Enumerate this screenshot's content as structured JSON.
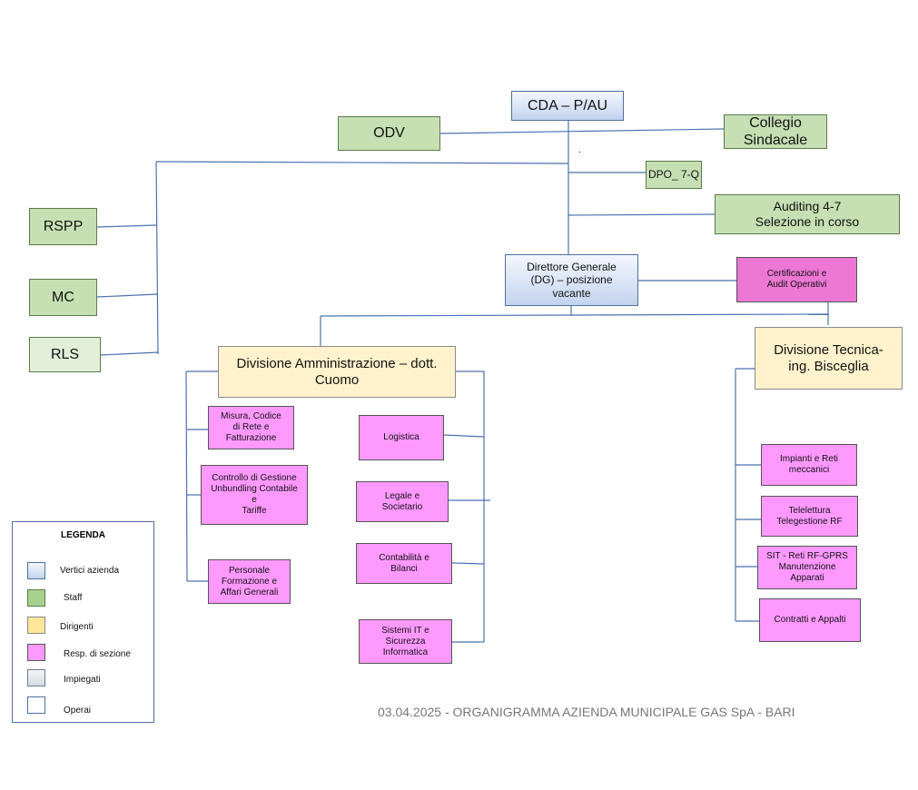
{
  "nodes": {
    "cda": "CDA – P/AU",
    "odv": "ODV",
    "collegio": "Collegio\nSindacale",
    "dpo": "DPO_ 7-Q",
    "auditing": "Auditing 4-7\nSelezione in corso",
    "rspp": "RSPP",
    "mc": "MC",
    "rls": "RLS",
    "dg": "Direttore Generale\n(DG) – posizione\nvacante",
    "certificazioni": "Certificazioni e\nAudit   Operativi",
    "div_amm": "Divisione Amministrazione – dott.\nCuomo",
    "div_tec": "Divisione Tecnica-\ning. Bisceglia",
    "misura": "Misura, Codice\ndi Rete e\nFatturazione",
    "controllo": "Controllo  di Gestione\nUnbundling Contabile\ne\nTariffe",
    "personale": "Personale\nFormazione e\nAffari Generali",
    "logistica": "Logistica",
    "legale": "Legale e\nSocietario",
    "contabilita": "Contabilità e\nBilanci",
    "sistemi": "Sistemi IT  e\nSicurezza\nInformatica",
    "impianti": "Impianti e Reti\nmeccanici",
    "telelettura": "Telelettura\nTelegestione   RF",
    "sit": "SIT  - Reti RF-GPRS\nManutenzione\nApparati",
    "contratti": "Contratti e Appalti",
    "dot": "."
  },
  "legend": {
    "title": "LEGENDA",
    "items": [
      {
        "label": "Vertici azienda",
        "color": "#c7d6ef"
      },
      {
        "label": "Staff",
        "color": "#a9d18e"
      },
      {
        "label": "Dirigenti",
        "color": "#ffe699"
      },
      {
        "label": "Resp. di sezione",
        "color": "#ff99ff"
      },
      {
        "label": "Impiegati",
        "color": "#dde3ea"
      },
      {
        "label": "Operai",
        "color": "#ffffff"
      }
    ]
  },
  "footer": "03.04.2025 -  ORGANIGRAMMA AZIENDA MUNICIPALE GAS SpA - BARI",
  "colors": {
    "connector": "#4a72b0",
    "vertici": "#c7d6ef",
    "staff": "#c6e0b4",
    "dirigenti": "#fff2cc",
    "sezione": "#ff99ff"
  }
}
